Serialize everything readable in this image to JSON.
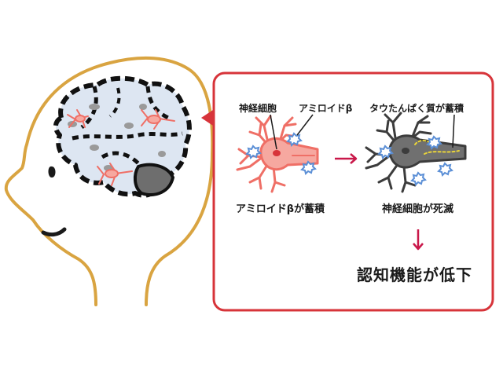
{
  "labels": {
    "neuron": "神経細胞",
    "amyloid": "アミロイドβ",
    "tau_accumulates": "タウたんぱく質が蓄積",
    "amyloid_accumulates": "アミロイドβが蓄積",
    "neuron_dies": "神経細胞が死滅",
    "cognition_declines": "認知機能が低下"
  },
  "colors": {
    "head_outline": "#d9a441",
    "callout_border": "#d7343a",
    "arrow": "#c9184a",
    "healthy_neuron": "#ef6f66",
    "healthy_neuron_fill": "#f6a8a0",
    "dead_neuron": "#3c3c3c",
    "dead_neuron_fill": "#707070",
    "amyloid": "#5b8fd6",
    "brain_fill": "#dde6f2",
    "tau": "#e8d33a"
  }
}
